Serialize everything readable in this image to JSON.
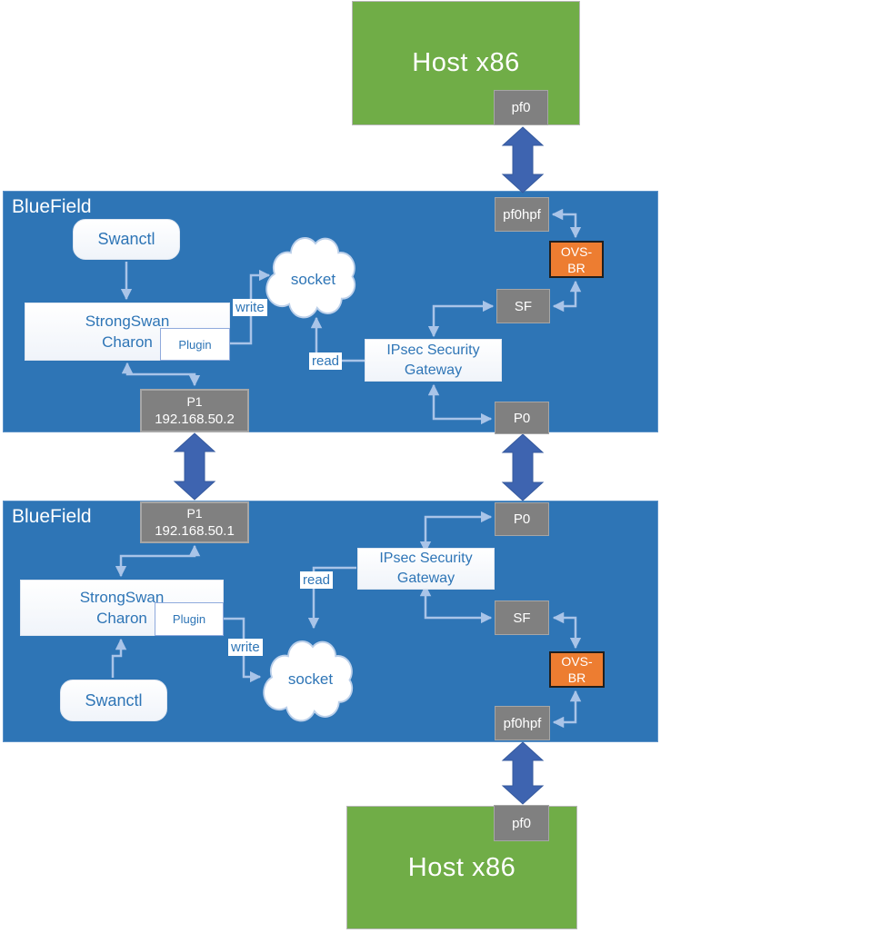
{
  "colors": {
    "bluefield_bg": "#2e75b6",
    "host_green": "#70ad47",
    "port_gray": "#808080",
    "ovs_orange": "#ed7d31",
    "dark_arrow_blue": "#3e64b0",
    "connector_light_blue": "#a9c4e8",
    "box_text_blue": "#2e75b6",
    "white_box": "#ffffff"
  },
  "host_top": {
    "title": "Host x86",
    "port": "pf0"
  },
  "host_bottom": {
    "title": "Host x86",
    "port": "pf0"
  },
  "bluefield_top": {
    "label": "BlueField",
    "swanctl": "Swanctl",
    "charon_line1": "StrongSwan",
    "charon_line2": "Charon",
    "plugin": "Plugin",
    "write": "write",
    "read": "read",
    "socket": "socket",
    "gateway_line1": "IPsec Security",
    "gateway_line2": "Gateway",
    "pf0hpf": "pf0hpf",
    "ovs_line1": "OVS-",
    "ovs_line2": "BR",
    "sf": "SF",
    "p0": "P0",
    "p1_line1": "P1",
    "p1_line2": "192.168.50.2"
  },
  "bluefield_bottom": {
    "label": "BlueField",
    "swanctl": "Swanctl",
    "charon_line1": "StrongSwan",
    "charon_line2": "Charon",
    "plugin": "Plugin",
    "write": "write",
    "read": "read",
    "socket": "socket",
    "gateway_line1": "IPsec Security",
    "gateway_line2": "Gateway",
    "pf0hpf": "pf0hpf",
    "ovs_line1": "OVS-",
    "ovs_line2": "BR",
    "sf": "SF",
    "p0": "P0",
    "p1_line1": "P1",
    "p1_line2": "192.168.50.1"
  }
}
